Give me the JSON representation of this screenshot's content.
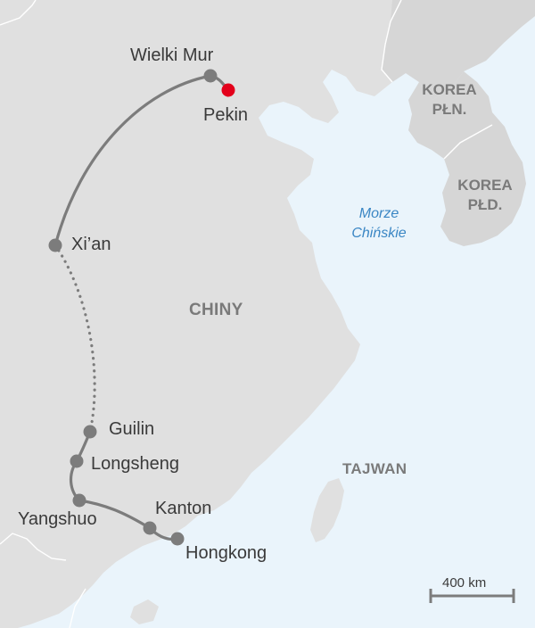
{
  "colors": {
    "water": "#eaf4fb",
    "land": "#e0e0e0",
    "land_other": "#d6d6d6",
    "route": "#7c7c7c",
    "stop": "#7c7c7c",
    "capital": "#e3001b",
    "sea_label": "#3a86c4"
  },
  "cities": {
    "wielki_mur": "Wielki Mur",
    "pekin": "Pekin",
    "xian": "Xi’an",
    "guilin": "Guilin",
    "longsheng": "Longsheng",
    "yangshuo": "Yangshuo",
    "kanton": "Kanton",
    "hongkong": "Hongkong"
  },
  "regions": {
    "china": "CHINY",
    "korea_north_line1": "KOREA",
    "korea_north_line2": "PŁN.",
    "korea_south_line1": "KOREA",
    "korea_south_line2": "PŁD.",
    "taiwan": "TAJWAN"
  },
  "sea": {
    "line1": "Morze",
    "line2": "Chińskie"
  },
  "scale": {
    "label": "400 km"
  },
  "route_segments": [
    {
      "from": "Pekin",
      "to": "Wielki Mur",
      "style": "solid"
    },
    {
      "from": "Wielki Mur",
      "to": "Xi’an",
      "style": "solid"
    },
    {
      "from": "Xi’an",
      "to": "Guilin",
      "style": "dotted"
    },
    {
      "from": "Guilin",
      "to": "Longsheng",
      "style": "solid"
    },
    {
      "from": "Longsheng",
      "to": "Yangshuo",
      "style": "solid"
    },
    {
      "from": "Yangshuo",
      "to": "Kanton",
      "style": "solid"
    },
    {
      "from": "Kanton",
      "to": "Hongkong",
      "style": "solid"
    }
  ]
}
